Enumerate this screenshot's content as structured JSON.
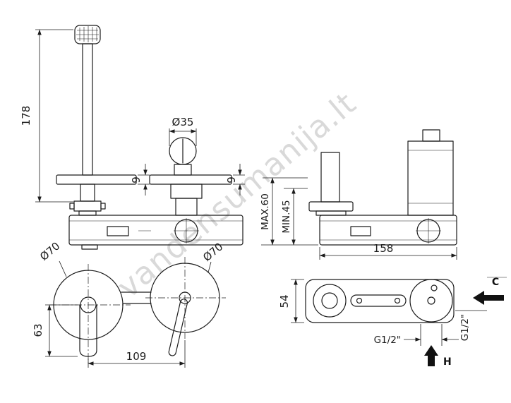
{
  "watermark": {
    "text": "vandensumanija.lt"
  },
  "colors": {
    "line": "#1c1c1c",
    "watermark": "#b5b5b5",
    "background": "#ffffff"
  },
  "views": {
    "faucet_side": {
      "dim_spout_height": "178",
      "dim_handle_diameter": "Ø35",
      "dim_spout_plate_thickness": "9",
      "dim_handle_plate_thickness": "9"
    },
    "roughin_side": {
      "dim_depth_max": "MAX.60",
      "dim_depth_min": "MIN.45",
      "dim_body_width": "158"
    },
    "faucet_front": {
      "dim_spout_escutcheon": "Ø70",
      "dim_handle_escutcheon": "Ø70",
      "dim_spout_drop": "63",
      "dim_center_distance": "109"
    },
    "roughin_back": {
      "dim_body_height": "54",
      "dim_bottom_thread": "G1/2\"",
      "dim_side_thread": "G1/2\"",
      "label_hot": "H",
      "label_cold": "C"
    }
  }
}
